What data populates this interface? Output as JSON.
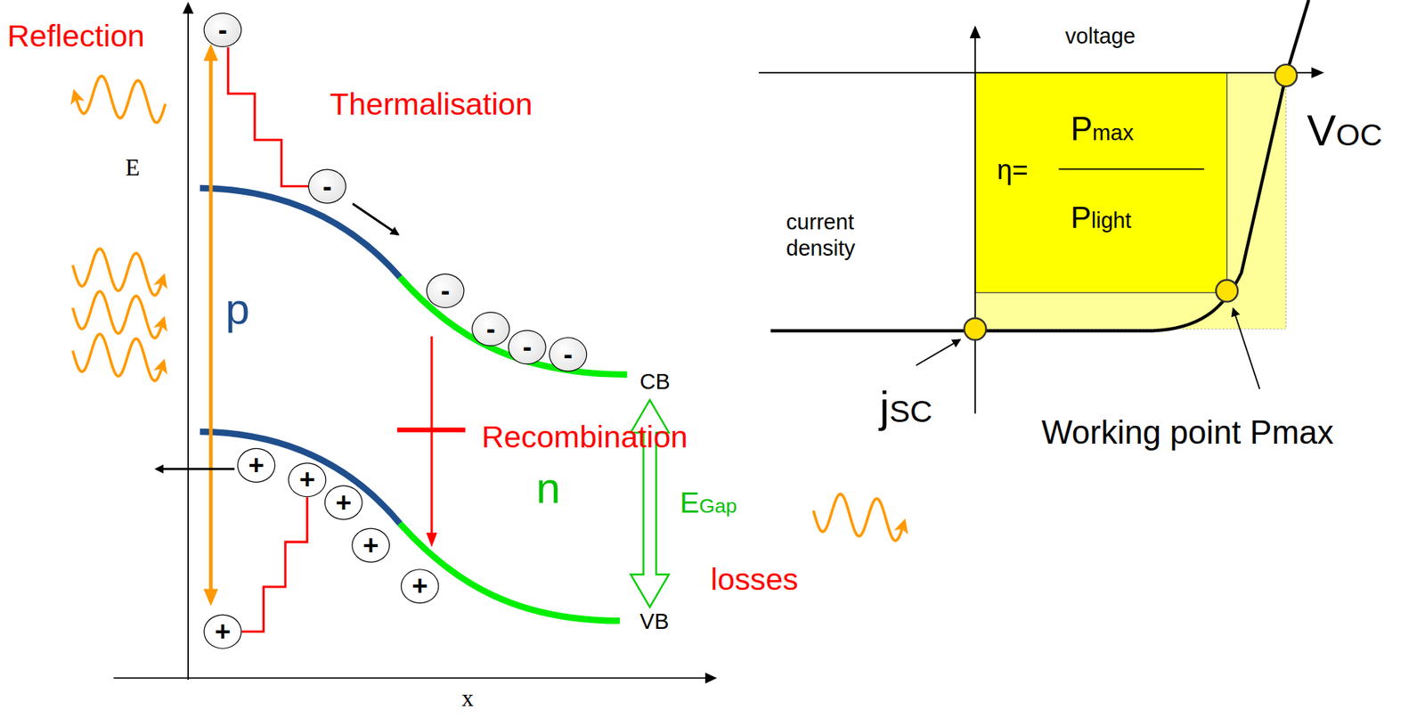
{
  "diagram": {
    "nodes": [
      {
        "text": [
          "-"
        ]
      },
      {
        "text": [
          "-"
        ]
      },
      {
        "text": [
          "-"
        ]
      },
      {
        "text": [
          "-"
        ]
      },
      {
        "text": [
          "-"
        ]
      },
      {
        "text": [
          "-"
        ]
      },
      {
        "text": [
          "+"
        ]
      },
      {
        "text": [
          "+"
        ]
      },
      {
        "text": [
          "+"
        ]
      },
      {
        "text": [
          "+"
        ]
      },
      {
        "text": [
          "+"
        ]
      },
      {
        "text": [
          "+"
        ]
      }
    ],
    "edges": [
      {
        "from": 0,
        "to": 1,
        "arrow": "none"
      },
      {
        "from": 11,
        "to": 7,
        "arrow": "none"
      }
    ],
    "labels": [
      "Reflection",
      "E",
      "Thermalisation",
      "p",
      "CB",
      "Recombination",
      "n",
      "EGap",
      "losses",
      "VB",
      "x",
      "voltage",
      "current density",
      "η=",
      "Pmax",
      "Plight",
      "VOC",
      "jSC",
      "Working point Pmax"
    ]
  }
}
